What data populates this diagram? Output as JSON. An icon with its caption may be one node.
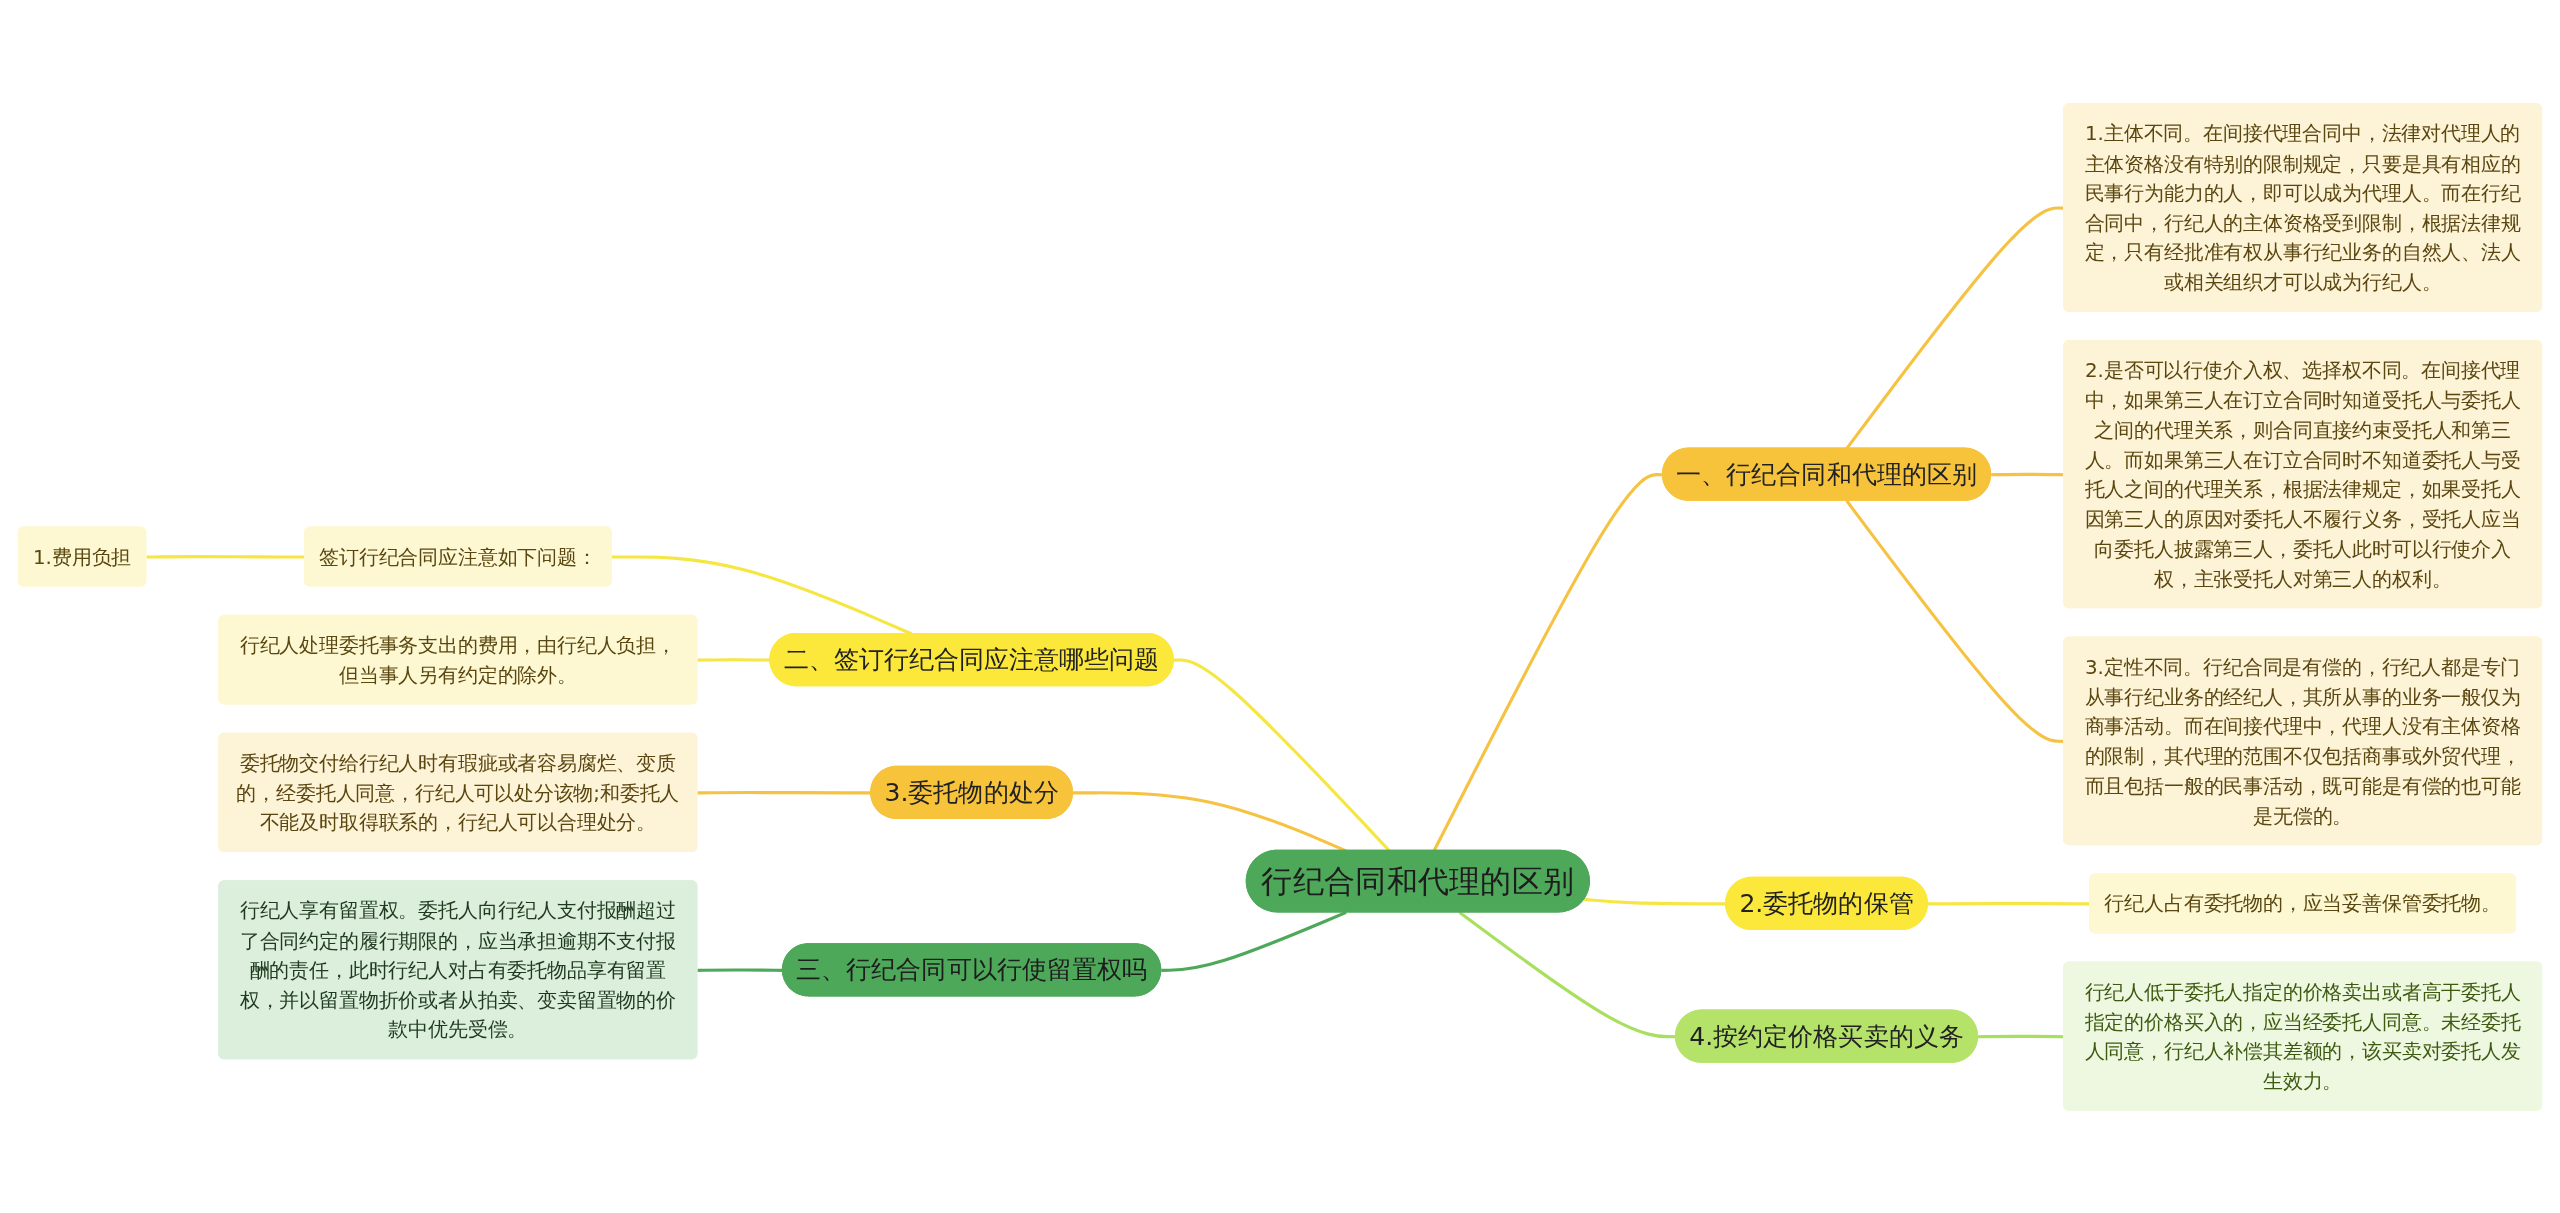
{
  "diagram": {
    "nodes": [
      {
        "text": [
          "行纪合同和代理的区别"
        ]
      },
      {
        "text": [
          "一、行纪合同和代理的区别"
        ]
      },
      {
        "text": [
          "1.主体不同。在间接代理合同中，法律对代理人的主体资格没有特别的限制规定，只要是具有相应的民事行为能力的人，即可以成为代理人。而在行纪合同中，行纪人的主体资格受到限制，根据法律规定，只有经批准有权从事行纪业务的自然人、法人或相关组织才可以成为行纪人。"
        ]
      },
      {
        "text": [
          "2.是否可以行使介入权、选择权不同。在间接代理中，如果第三人在订立合同时知道受托人与委托人之间的代理关系，则合同直接约束受托人和第三人。而如果第三人在订立合同时不知道委托人与受托人之间的代理关系，根据法律规定，如果受托人因第三人的原因对委托人不履行义务，受托人应当向委托人披露第三人，委托人此时可以行使介入权，主张受托人对第三人的权利。"
        ]
      },
      {
        "text": [
          "3.定性不同。行纪合同是有偿的，行纪人都是专门从事行纪业务的经纪人，其所从事的业务一般仅为商事活动。而在间接代理中，代理人没有主体资格的限制，其代理的范围不仅包括商事或外贸代理，而且包括一般的民事活动，既可能是有偿的也可能是无偿的。"
        ]
      },
      {
        "text": [
          "2.委托物的保管"
        ]
      },
      {
        "text": [
          "行纪人占有委托物的，应当妥善保管委托物。"
        ]
      },
      {
        "text": [
          "4.按约定价格买卖的义务"
        ]
      },
      {
        "text": [
          "行纪人低于委托人指定的价格卖出或者高于委托人指定的价格买入的，应当经委托人同意。未经委托人同意，行纪人补偿其差额的，该买卖对委托人发生效力。"
        ]
      },
      {
        "text": [
          "二、签订行纪合同应注意哪些问题"
        ]
      },
      {
        "text": [
          "签订行纪合同应注意如下问题："
        ]
      },
      {
        "text": [
          "1.费用负担"
        ]
      },
      {
        "text": [
          "行纪人处理委托事务支出的费用，由行纪人负担，但当事人另有约定的除外。"
        ]
      },
      {
        "text": [
          "3.委托物的处分"
        ]
      },
      {
        "text": [
          "委托物交付给行纪人时有瑕疵或者容易腐烂、变质的，经委托人同意，行纪人可以处分该物;和委托人不能及时取得联系的，行纪人可以合理处分。"
        ]
      },
      {
        "text": [
          "三、行纪合同可以行使留置权吗"
        ]
      },
      {
        "text": [
          "行纪人享有留置权。委托人向行纪人支付报酬超过了合同约定的履行期限的，应当承担逾期不支付报酬的责任，此时行纪人对占有委托物品享有留置权，并以留置物折价或者从拍卖、变卖留置物的价款中优先受偿。"
        ]
      }
    ],
    "edges": [
      {
        "from": 0,
        "to": 1,
        "arrow": "none",
        "color": "#f5c242"
      },
      {
        "from": 1,
        "to": 2,
        "arrow": "none",
        "color": "#f5c242"
      },
      {
        "from": 1,
        "to": 3,
        "arrow": "none",
        "color": "#f5c242"
      },
      {
        "from": 1,
        "to": 4,
        "arrow": "none",
        "color": "#f5c242"
      },
      {
        "from": 0,
        "to": 5,
        "arrow": "none",
        "color": "#f5e642"
      },
      {
        "from": 5,
        "to": 6,
        "arrow": "none",
        "color": "#f5e642"
      },
      {
        "from": 0,
        "to": 7,
        "arrow": "none",
        "color": "#a8df5e"
      },
      {
        "from": 7,
        "to": 8,
        "arrow": "none",
        "color": "#a8df5e"
      },
      {
        "from": 9,
        "to": 0,
        "arrow": "none",
        "color": "#f5e642"
      },
      {
        "from": 10,
        "to": 9,
        "arrow": "none",
        "color": "#f5e642"
      },
      {
        "from": 11,
        "to": 10,
        "arrow": "none",
        "color": "#f5e642"
      },
      {
        "from": 12,
        "to": 9,
        "arrow": "none",
        "color": "#f5e642"
      },
      {
        "from": 13,
        "to": 0,
        "arrow": "none",
        "color": "#f5c242"
      },
      {
        "from": 14,
        "to": 13,
        "arrow": "none",
        "color": "#f5c242"
      },
      {
        "from": 15,
        "to": 0,
        "arrow": "none",
        "color": "#4ea85a"
      },
      {
        "from": 16,
        "to": 15,
        "arrow": "none",
        "color": "#4ea85a"
      }
    ]
  }
}
